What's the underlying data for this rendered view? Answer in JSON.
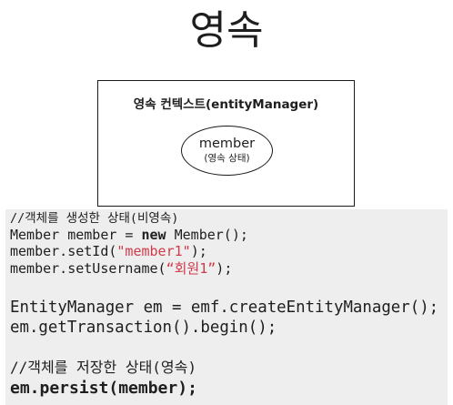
{
  "title": "영속",
  "diagram": {
    "context_label": "영속 컨텍스트(entityManager)",
    "entity_name": "member",
    "entity_state": "(영속 상태)"
  },
  "code": {
    "comment_create": "//객체를 생성한 상태(비영속)",
    "line_new_a": "Member member = ",
    "line_new_kw": "new",
    "line_new_b": " Member();",
    "line_setid_a": "member.setId(",
    "line_setid_str": "\"member1\"",
    "line_setid_b": ");",
    "line_setname_a": "member.setUsername(",
    "line_setname_str": "“회원1”",
    "line_setname_b": ");",
    "line_em": "EntityManager em = emf.createEntityManager();",
    "line_tx": "em.getTransaction().begin();",
    "comment_persist": "//객체를 저장한 상태(영속)",
    "line_persist": "em.persist(member);"
  },
  "colors": {
    "text": "#1e1e1e",
    "string": "#cf3a4a",
    "code_background": "#eeeeee",
    "border": "#1a1a1a"
  }
}
